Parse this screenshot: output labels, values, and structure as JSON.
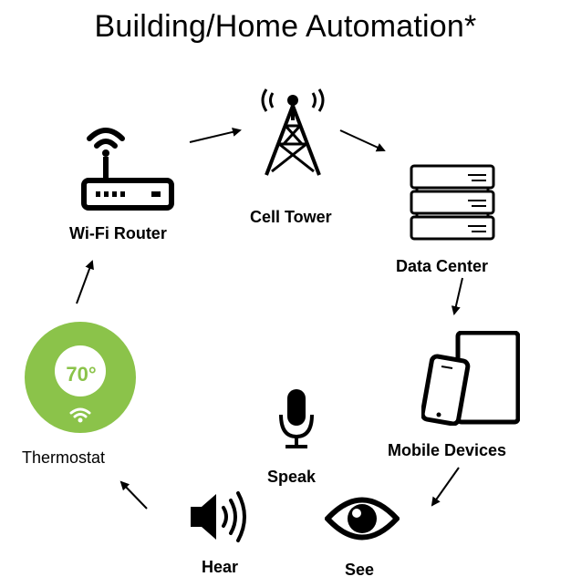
{
  "title": "Building/Home Automation*",
  "nodes": {
    "wifi_router": {
      "label": "Wi-Fi Router",
      "icon": "wifi-router-icon"
    },
    "cell_tower": {
      "label": "Cell Tower",
      "icon": "cell-tower-icon"
    },
    "data_center": {
      "label": "Data Center",
      "icon": "server-rack-icon"
    },
    "mobile_devices": {
      "label": "Mobile Devices",
      "icon": "phone-tablet-icon"
    },
    "see": {
      "label": "See",
      "icon": "eye-icon"
    },
    "hear": {
      "label": "Hear",
      "icon": "speaker-icon"
    },
    "speak": {
      "label": "Speak",
      "icon": "microphone-icon"
    },
    "thermostat": {
      "label": "Thermostat",
      "icon": "thermostat-icon",
      "display_value": "70°"
    }
  },
  "colors": {
    "thermostat_green": "#8bc34a",
    "foreground": "#000000",
    "background": "#ffffff"
  }
}
